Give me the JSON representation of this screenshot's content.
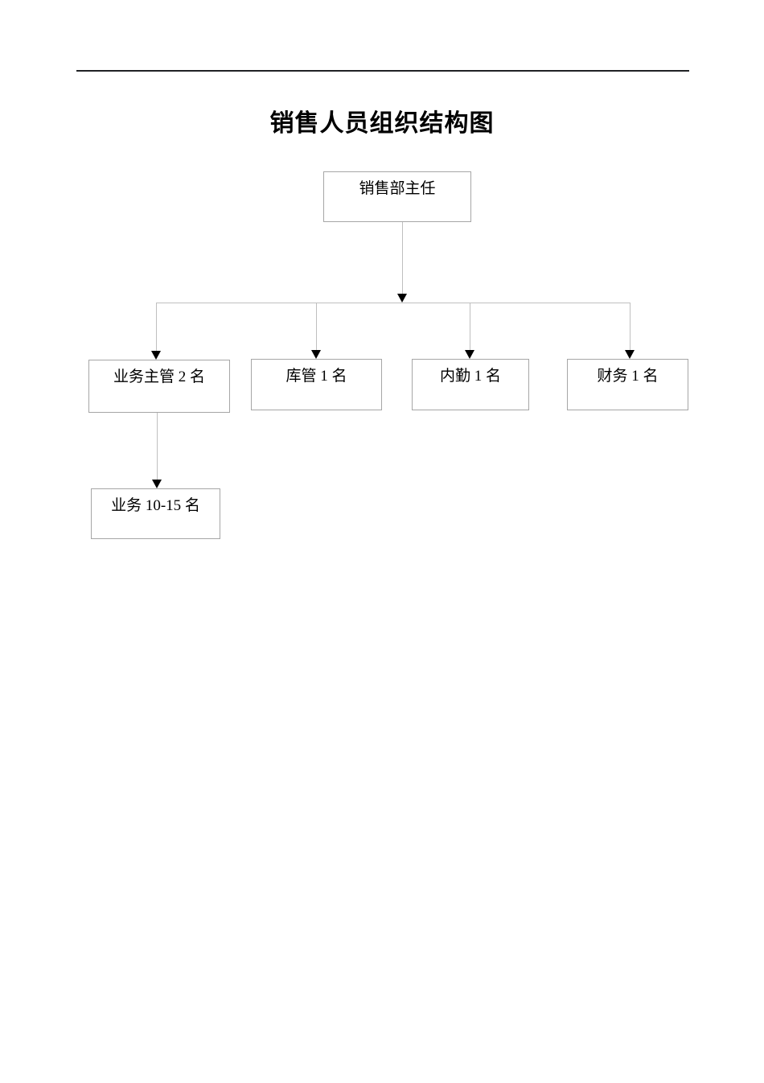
{
  "document": {
    "title": "销售人员组织结构图",
    "page_background": "#ffffff",
    "rule_color": "#1f2124",
    "box_border_color": "#a6a6a6",
    "connector_color": "#bfbfbf",
    "arrow_color": "#000000"
  },
  "chart": {
    "type": "org-chart",
    "orientation": "top-down",
    "levels": 3,
    "root": {
      "id": "sales-director",
      "label": "销售部主任"
    },
    "level_two": [
      {
        "id": "business-supervisor",
        "label": "业务主管 2 名",
        "count": 2
      },
      {
        "id": "warehouse-keeper",
        "label": "库管 1 名",
        "count": 1
      },
      {
        "id": "office-clerk",
        "label": "内勤 1 名",
        "count": 1
      },
      {
        "id": "finance",
        "label": "财务 1 名",
        "count": 1
      }
    ],
    "level_three": [
      {
        "id": "salesperson",
        "label": "业务 10-15 名",
        "count": "10-15",
        "parent": "business-supervisor"
      }
    ]
  }
}
